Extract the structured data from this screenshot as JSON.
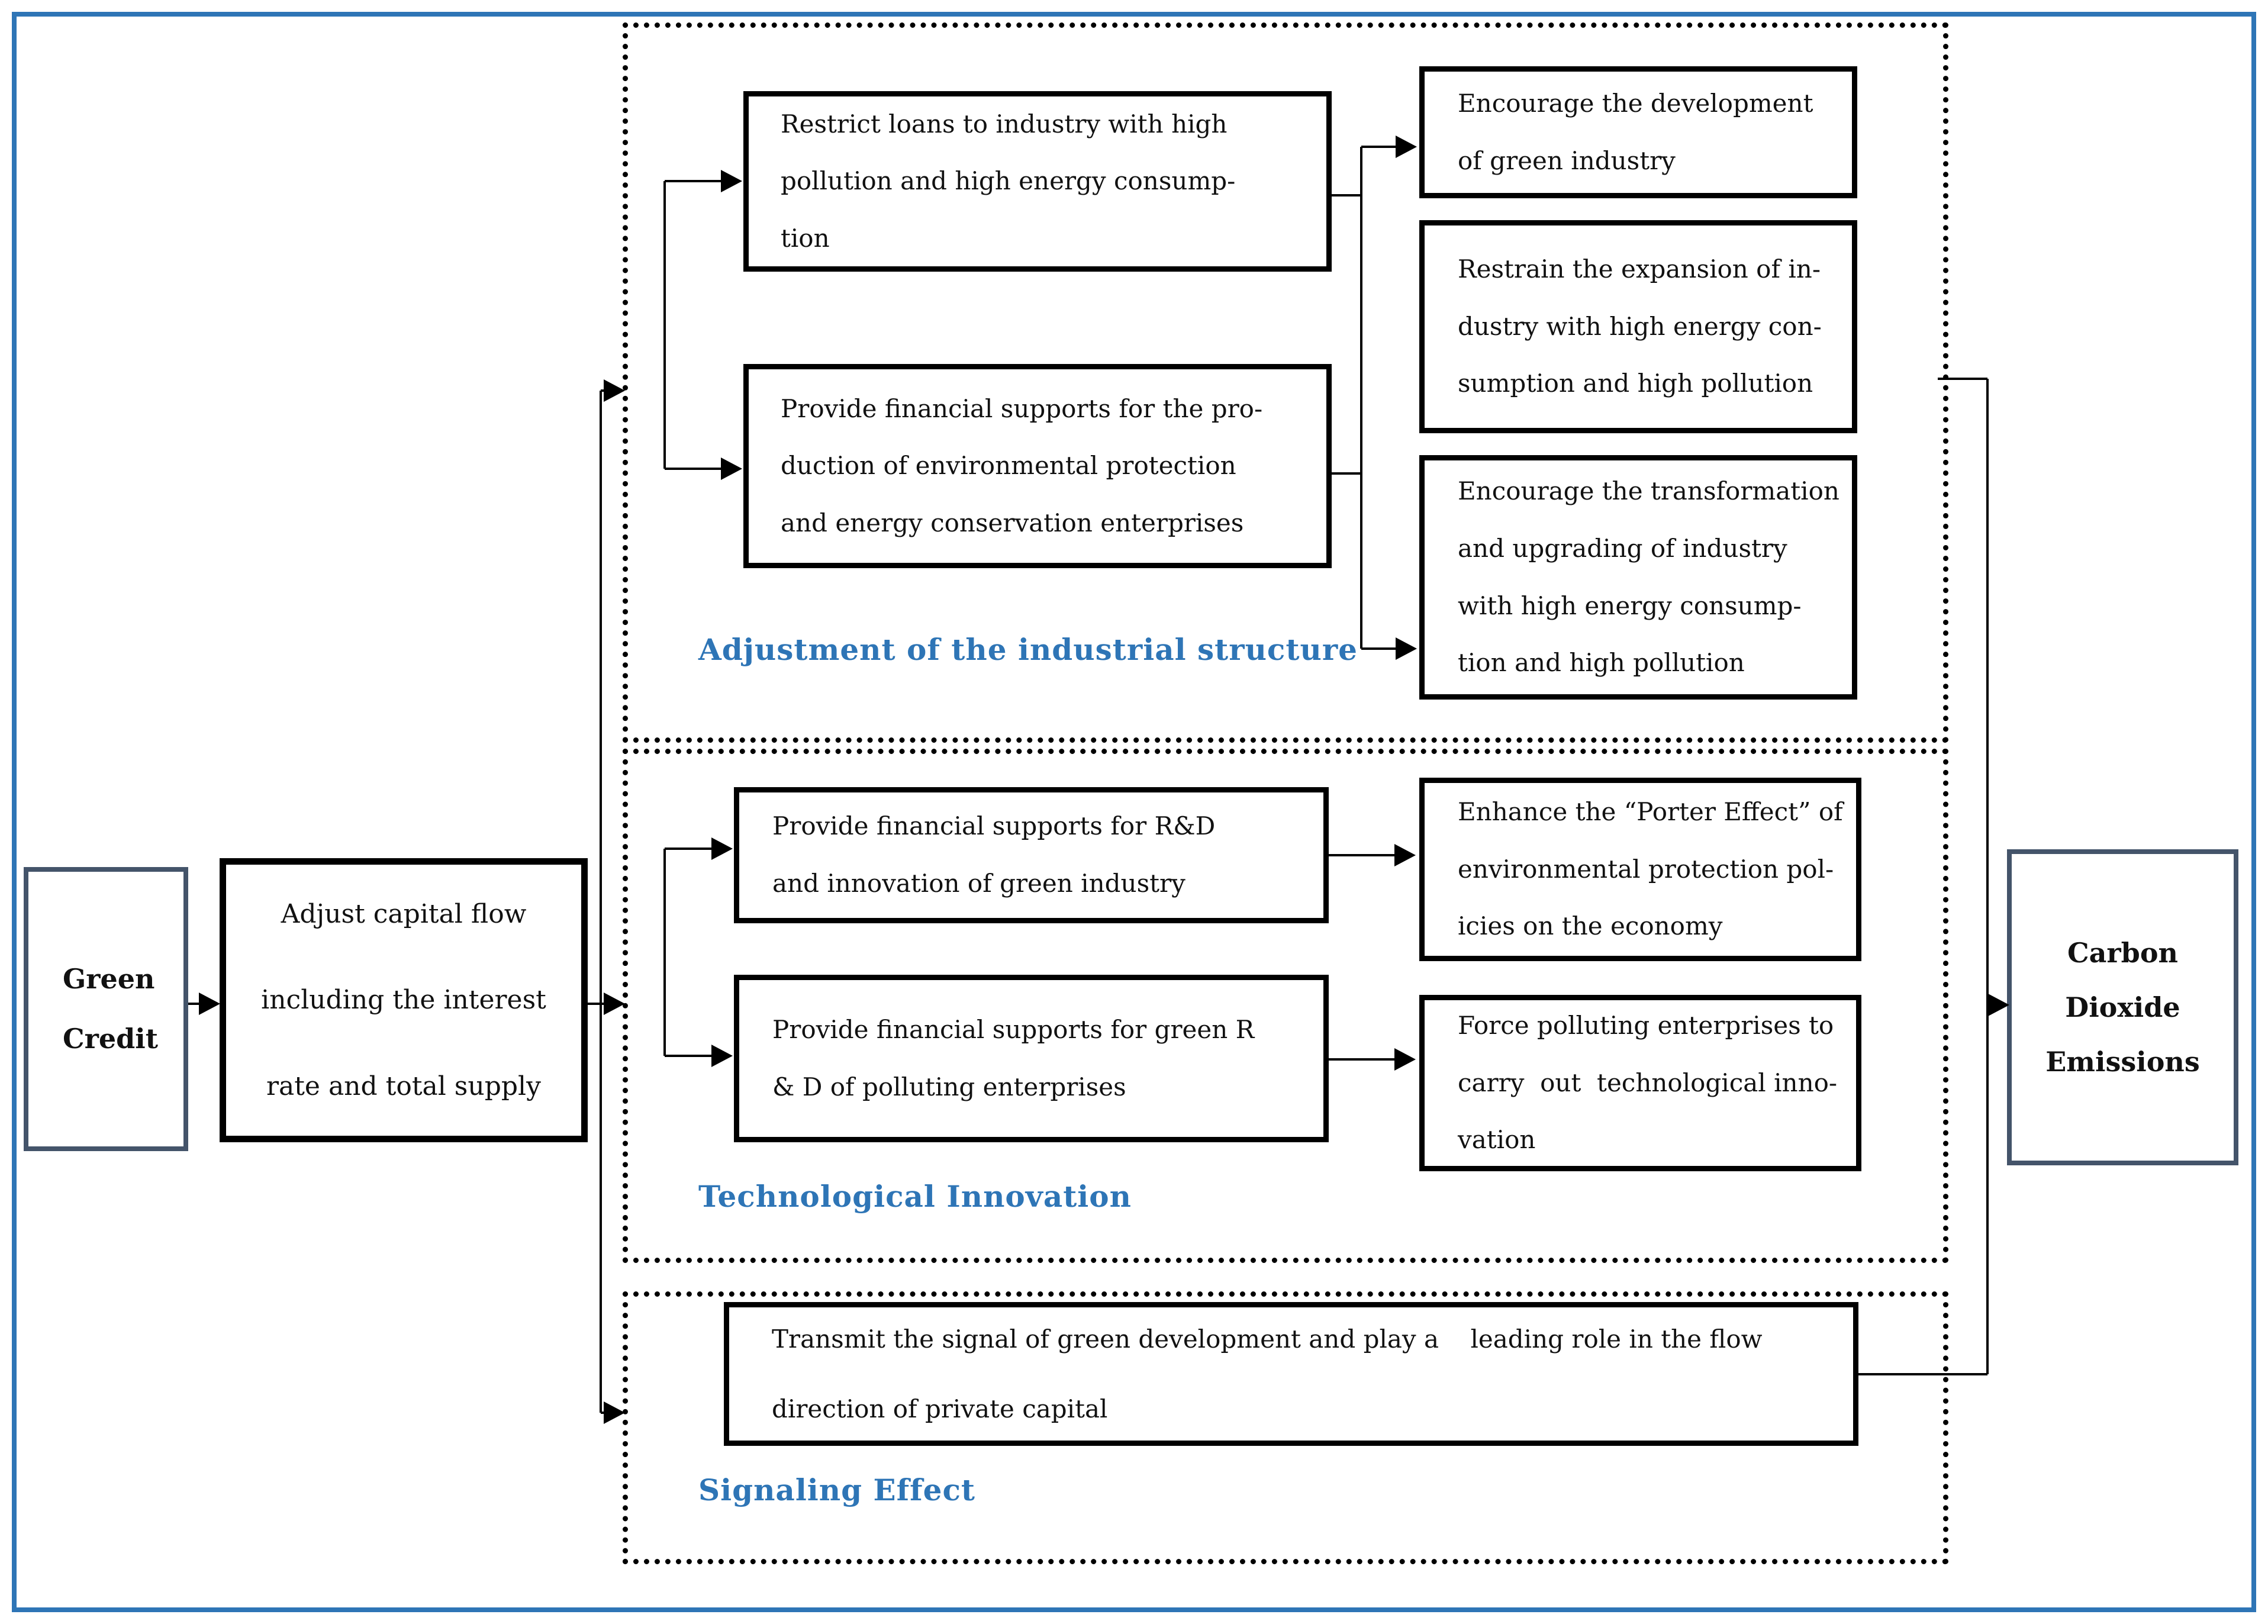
{
  "nodes": {
    "green_credit": {
      "text": "Green\nCredit"
    },
    "adjust_capital": {
      "text": "Adjust capital flow\nincluding the interest\nrate and total supply"
    },
    "carbon_emissions": {
      "text": "Carbon\nDioxide\nEmissions"
    }
  },
  "groups": [
    {
      "label": "Adjustment of the industrial structure",
      "boxes": [
        {
          "text": "Restrict loans to industry with high\npollution and high energy consump-\ntion"
        },
        {
          "text": "Provide financial supports for the pro-\nduction of environmental protection\nand energy conservation enterprises"
        }
      ],
      "outcomes": [
        {
          "text": "Encourage the development\nof green industry"
        },
        {
          "text": "Restrain the expansion of in-\ndustry with high energy con-\nsumption and high pollution"
        },
        {
          "text": "Encourage the transformation\nand upgrading of industry\nwith high energy consump-\ntion and high pollution"
        }
      ]
    },
    {
      "label": "Technological Innovation",
      "boxes": [
        {
          "text": "Provide financial supports for R&D\nand innovation of green industry"
        },
        {
          "text": "Provide financial supports for green R\n& D of polluting enterprises"
        }
      ],
      "outcomes": [
        {
          "text": "Enhance the “Porter Effect” of\nenvironmental protection pol-\nicies on the economy"
        },
        {
          "text": "Force polluting enterprises to\ncarry  out  technological inno-\nvation"
        }
      ]
    },
    {
      "label": "Signaling Effect",
      "boxes": [
        {
          "text": "Transmit the signal of green development and play a    leading role in the flow\ndirection of private capital"
        }
      ],
      "outcomes": []
    }
  ],
  "colors": {
    "frame_border": "#2E75B6",
    "group_label": "#2E75B6",
    "endpoint_border": "#44546A",
    "box_border": "#000000",
    "connector": "#000000",
    "text": "#111111",
    "background": "#ffffff"
  }
}
